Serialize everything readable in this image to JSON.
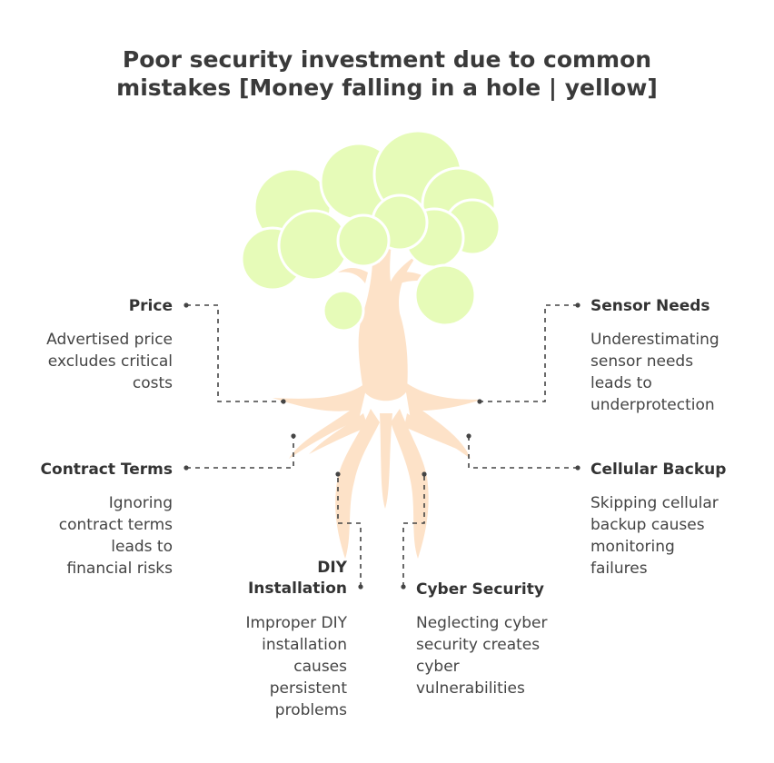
{
  "title": {
    "line1": "Poor security investment due to common",
    "line2": "mistakes [Money falling in a hole | yellow]"
  },
  "nodes": {
    "price": {
      "label": "Price",
      "desc": [
        "Advertised price",
        "excludes critical",
        "costs"
      ]
    },
    "sensor": {
      "label": "Sensor Needs",
      "desc": [
        "Underestimating",
        "sensor needs",
        "leads to",
        "underprotection"
      ]
    },
    "contract": {
      "label": "Contract Terms",
      "desc": [
        "Ignoring",
        "contract terms",
        "leads to",
        "financial risks"
      ]
    },
    "cellular": {
      "label": "Cellular Backup",
      "desc": [
        "Skipping cellular",
        "backup causes",
        "monitoring",
        "failures"
      ]
    },
    "diy": {
      "label_lines": [
        "DIY",
        "Installation"
      ],
      "desc": [
        "Improper DIY",
        "installation",
        "causes",
        "persistent",
        "problems"
      ]
    },
    "cyber": {
      "label": "Cyber Security",
      "desc": [
        "Neglecting cyber",
        "security creates",
        "cyber",
        "vulnerabilities"
      ]
    }
  },
  "colors": {
    "canopy": "#e6fbb8",
    "canopy_stroke": "#ffffff",
    "trunk": "#fde2c8",
    "connector": "#444444",
    "text": "#3a3a3a"
  }
}
